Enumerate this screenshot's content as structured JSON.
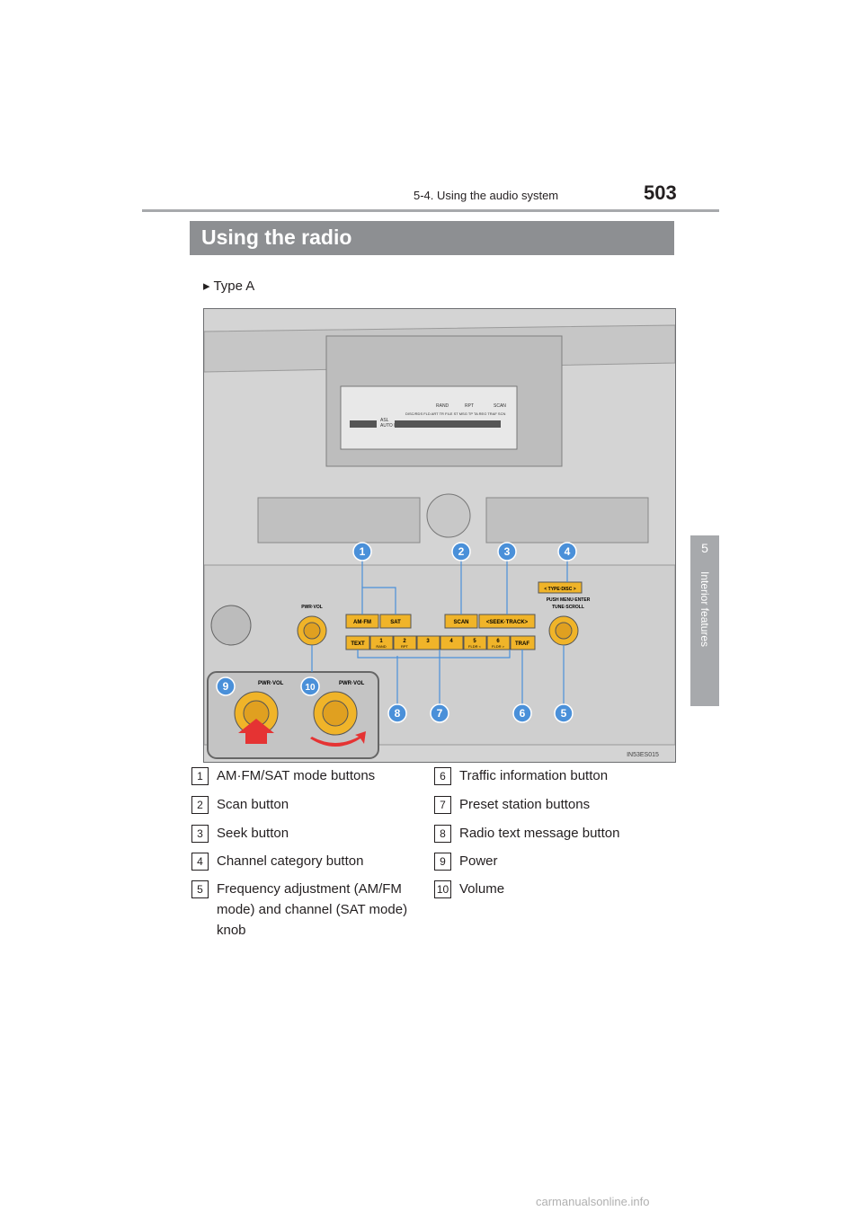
{
  "header": {
    "section": "5-4. Using the audio system",
    "page": "503"
  },
  "side_tab": {
    "number": "5",
    "label": "Interior features"
  },
  "title": "Using the radio",
  "type_label": "Type A",
  "figure": {
    "display_lines": [
      "RAND",
      "RPT",
      "SCAN",
      "DISC/RDS FLD ART TR FILE ST MSG TP TA REG TRAF SCN",
      "ASL",
      "AUTO F"
    ],
    "buttons": {
      "amfm": "AM·FM",
      "sat": "SAT",
      "scan": "SCAN",
      "seek": "<SEEK·TRACK>",
      "text": "TEXT",
      "p1": "1",
      "p1s": "RAND",
      "p2": "2",
      "p2s": "RPT",
      "p3": "3",
      "p4": "4",
      "p5": "5",
      "p5s": "FLDR <",
      "p6": "6",
      "p6s": "FLDR >",
      "traf": "TRAF",
      "typedisc": "< TYPE·DISC >",
      "menu1": "PUSH MENU·ENTER",
      "menu2": "TUNE·SCROLL",
      "pwrvol": "PWR·VOL"
    },
    "callouts": [
      "1",
      "2",
      "3",
      "4",
      "5",
      "6",
      "7",
      "8",
      "9",
      "10"
    ],
    "code": "IN53ES015"
  },
  "legend": [
    {
      "num": "1",
      "text": "AM·FM/SAT mode buttons"
    },
    {
      "num": "2",
      "text": "Scan button"
    },
    {
      "num": "3",
      "text": "Seek button"
    },
    {
      "num": "4",
      "text": "Channel category button"
    },
    {
      "num": "5",
      "text": "Frequency adjustment (AM/FM mode) and channel (SAT mode) knob"
    },
    {
      "num": "6",
      "text": "Traffic information button"
    },
    {
      "num": "7",
      "text": "Preset station buttons"
    },
    {
      "num": "8",
      "text": "Radio text message button"
    },
    {
      "num": "9",
      "text": "Power"
    },
    {
      "num": "10",
      "text": "Volume"
    }
  ],
  "watermark": "carmanualsonline.info"
}
